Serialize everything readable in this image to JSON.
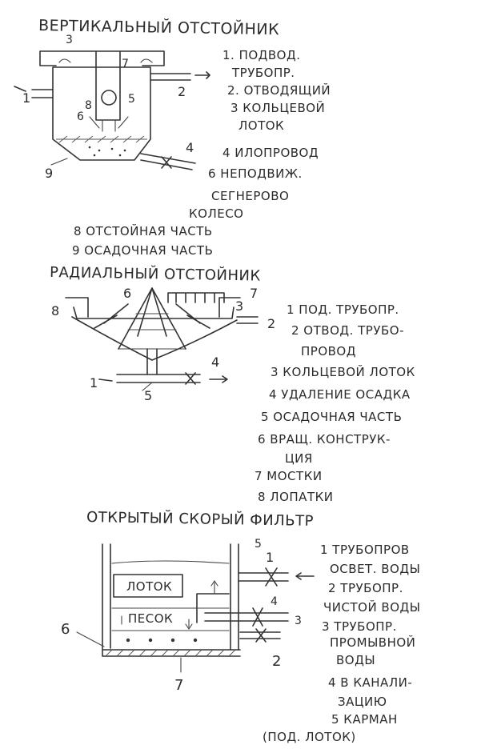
{
  "vertical": {
    "title": "ВЕРТИКАЛЬНЫЙ ОТСТОЙНИК",
    "markers": [
      "1",
      "2",
      "3",
      "4",
      "5",
      "6",
      "7",
      "8",
      "9"
    ],
    "legend": [
      "1. ПОДВОД.",
      "ТРУБОПР.",
      "2. ОТВОДЯЩИЙ",
      "3 КОЛЬЦЕВОЙ",
      "ЛОТОК",
      "4 ИЛОПРОВОД",
      "6 НЕПОДВИЖ.",
      "СЕГНЕРОВО",
      "КОЛЕСО",
      "8 ОТСТОЙНАЯ ЧАСТЬ",
      "9 ОСАДОЧНАЯ ЧАСТЬ"
    ]
  },
  "radial": {
    "title": "РАДИАЛЬНЫЙ ОТСТОЙНИК",
    "markers": [
      "1",
      "2",
      "3",
      "4",
      "5",
      "6",
      "7",
      "8"
    ],
    "legend": [
      "1 ПОД. ТРУБОПР.",
      "2 ОТВОД. ТРУБО-",
      "ПРОВОД",
      "3 КОЛЬЦЕВОЙ ЛОТОК",
      "4 УДАЛЕНИЕ ОСАДКА",
      "5 ОСАДОЧНАЯ ЧАСТЬ",
      "6 ВРАЩ. КОНСТРУК-",
      "ЦИЯ",
      "7 МОСТКИ",
      "8 ЛОПАТКИ"
    ]
  },
  "filter": {
    "title": "ОТКРЫТЫЙ СКОРЫЙ ФИЛЬТР",
    "labels": {
      "trough": "ЛОТОК",
      "sand": "ПЕСОК"
    },
    "markers": [
      "1",
      "2",
      "3",
      "4",
      "5",
      "6",
      "7"
    ],
    "legend": [
      "1 ТРУБОПРОВ",
      "ОСВЕТ. ВОДЫ",
      "2 ТРУБОПР.",
      "ЧИСТОЙ ВОДЫ",
      "3 ТРУБОПР.",
      "ПРОМЫВНОЙ",
      "ВОДЫ",
      "4 В КАНАЛИ-",
      "ЗАЦИЮ",
      "5 КАРМАН",
      "(ПОД. ЛОТОК)"
    ]
  },
  "colors": {
    "ink": "#333333",
    "paper": "#ffffff"
  }
}
